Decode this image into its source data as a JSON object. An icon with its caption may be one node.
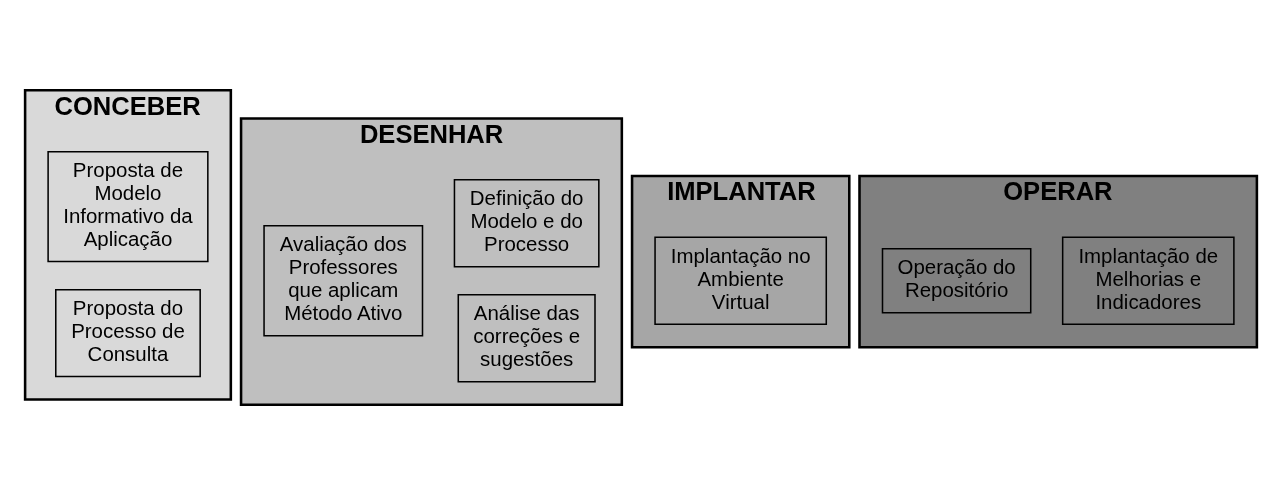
{
  "diagram": {
    "nodes": [
      {
        "text": [
          "CONCEBER"
        ]
      },
      {
        "text": [
          "Proposta de Modelo Informativo da Aplicação"
        ],
        "in": 0
      },
      {
        "text": [
          "Proposta do Processo de Consulta"
        ],
        "in": 0
      },
      {
        "text": [
          "DESENHAR"
        ]
      },
      {
        "text": [
          "Avaliação dos Professores que aplicam Método Ativo"
        ],
        "in": 3
      },
      {
        "text": [
          "Análise das correções e sugestões"
        ],
        "in": 3
      },
      {
        "text": [
          "Definição do Modelo e do Processo"
        ],
        "in": 3
      },
      {
        "text": [
          "IMPLANTAR"
        ]
      },
      {
        "text": [
          "Implantação no Ambiente Virtual"
        ],
        "in": 7
      },
      {
        "text": [
          "OPERAR"
        ]
      },
      {
        "text": [
          "Operação do Repositório"
        ],
        "in": 9
      },
      {
        "text": [
          "Implantação de Melhorias e Indicadores"
        ],
        "in": 9
      }
    ]
  }
}
